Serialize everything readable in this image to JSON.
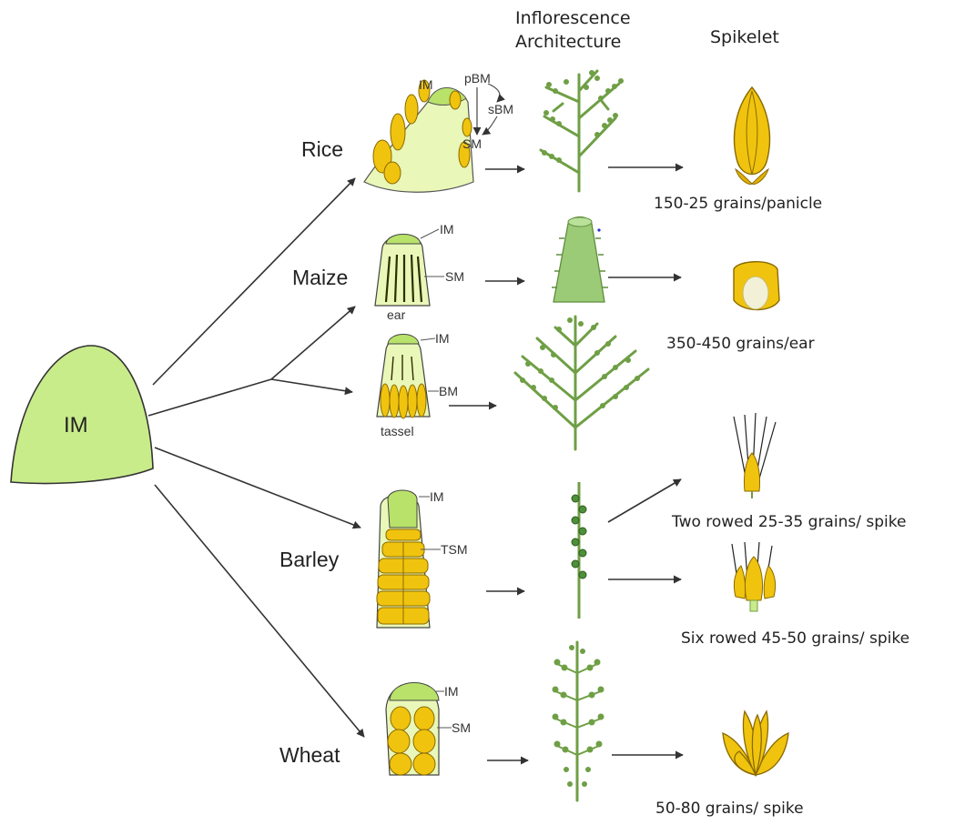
{
  "headers": {
    "inflorescence_line1": "Inflorescence",
    "inflorescence_line2": "Architecture",
    "spikelet": "Spikelet"
  },
  "root_meristem": "IM",
  "crops": {
    "rice": "Rice",
    "maize": "Maize",
    "barley": "Barley",
    "wheat": "Wheat"
  },
  "meristem_labels": {
    "rice": [
      "IM",
      "pBM",
      "sBM",
      "SM"
    ],
    "maize_ear": [
      "IM",
      "SM"
    ],
    "maize_ear_caption": "ear",
    "maize_tassel": [
      "IM",
      "BM"
    ],
    "maize_tassel_caption": "tassel",
    "barley": [
      "IM",
      "TSM"
    ],
    "wheat": [
      "IM",
      "SM"
    ]
  },
  "grain_counts": {
    "rice": "150-25 grains/panicle",
    "maize": "350-450 grains/ear",
    "barley_two_rowed": "Two rowed 25-35 grains/ spike",
    "barley_six_rowed": "Six rowed 45-50 grains/ spike",
    "wheat": "50-80  grains/ spike"
  },
  "colors": {
    "meristem_green": "#c9ec8a",
    "tip_green": "#b8e26a",
    "grain_yellow": "#f0c40e",
    "grain_dark": "#a07c00",
    "stem_green": "#6f9f45",
    "arrow": "#333333"
  }
}
